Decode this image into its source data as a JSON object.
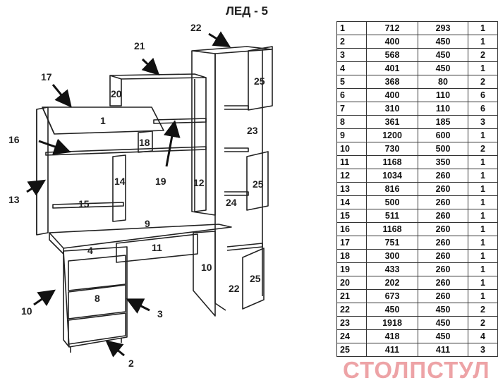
{
  "header": {
    "title": "ЛЕД - 5"
  },
  "watermark": {
    "text": "СТОЛПСТУЛ"
  },
  "diagram": {
    "part_labels": [
      "1",
      "2",
      "3",
      "4",
      "8",
      "9",
      "10",
      "10",
      "11",
      "12",
      "13",
      "14",
      "15",
      "16",
      "17",
      "18",
      "19",
      "20",
      "21",
      "22",
      "22",
      "23",
      "24",
      "25",
      "25",
      "25"
    ]
  },
  "parts_table": {
    "rows": [
      [
        "1",
        "712",
        "293",
        "1"
      ],
      [
        "2",
        "400",
        "450",
        "1"
      ],
      [
        "3",
        "568",
        "450",
        "2"
      ],
      [
        "4",
        "401",
        "450",
        "1"
      ],
      [
        "5",
        "368",
        "80",
        "2"
      ],
      [
        "6",
        "400",
        "110",
        "6"
      ],
      [
        "7",
        "310",
        "110",
        "6"
      ],
      [
        "8",
        "361",
        "185",
        "3"
      ],
      [
        "9",
        "1200",
        "600",
        "1"
      ],
      [
        "10",
        "730",
        "500",
        "2"
      ],
      [
        "11",
        "1168",
        "350",
        "1"
      ],
      [
        "12",
        "1034",
        "260",
        "1"
      ],
      [
        "13",
        "816",
        "260",
        "1"
      ],
      [
        "14",
        "500",
        "260",
        "1"
      ],
      [
        "15",
        "511",
        "260",
        "1"
      ],
      [
        "16",
        "1168",
        "260",
        "1"
      ],
      [
        "17",
        "751",
        "260",
        "1"
      ],
      [
        "18",
        "300",
        "260",
        "1"
      ],
      [
        "19",
        "433",
        "260",
        "1"
      ],
      [
        "20",
        "202",
        "260",
        "1"
      ],
      [
        "21",
        "673",
        "260",
        "1"
      ],
      [
        "22",
        "450",
        "450",
        "2"
      ],
      [
        "23",
        "1918",
        "450",
        "2"
      ],
      [
        "24",
        "418",
        "450",
        "4"
      ],
      [
        "25",
        "411",
        "411",
        "3"
      ]
    ]
  }
}
